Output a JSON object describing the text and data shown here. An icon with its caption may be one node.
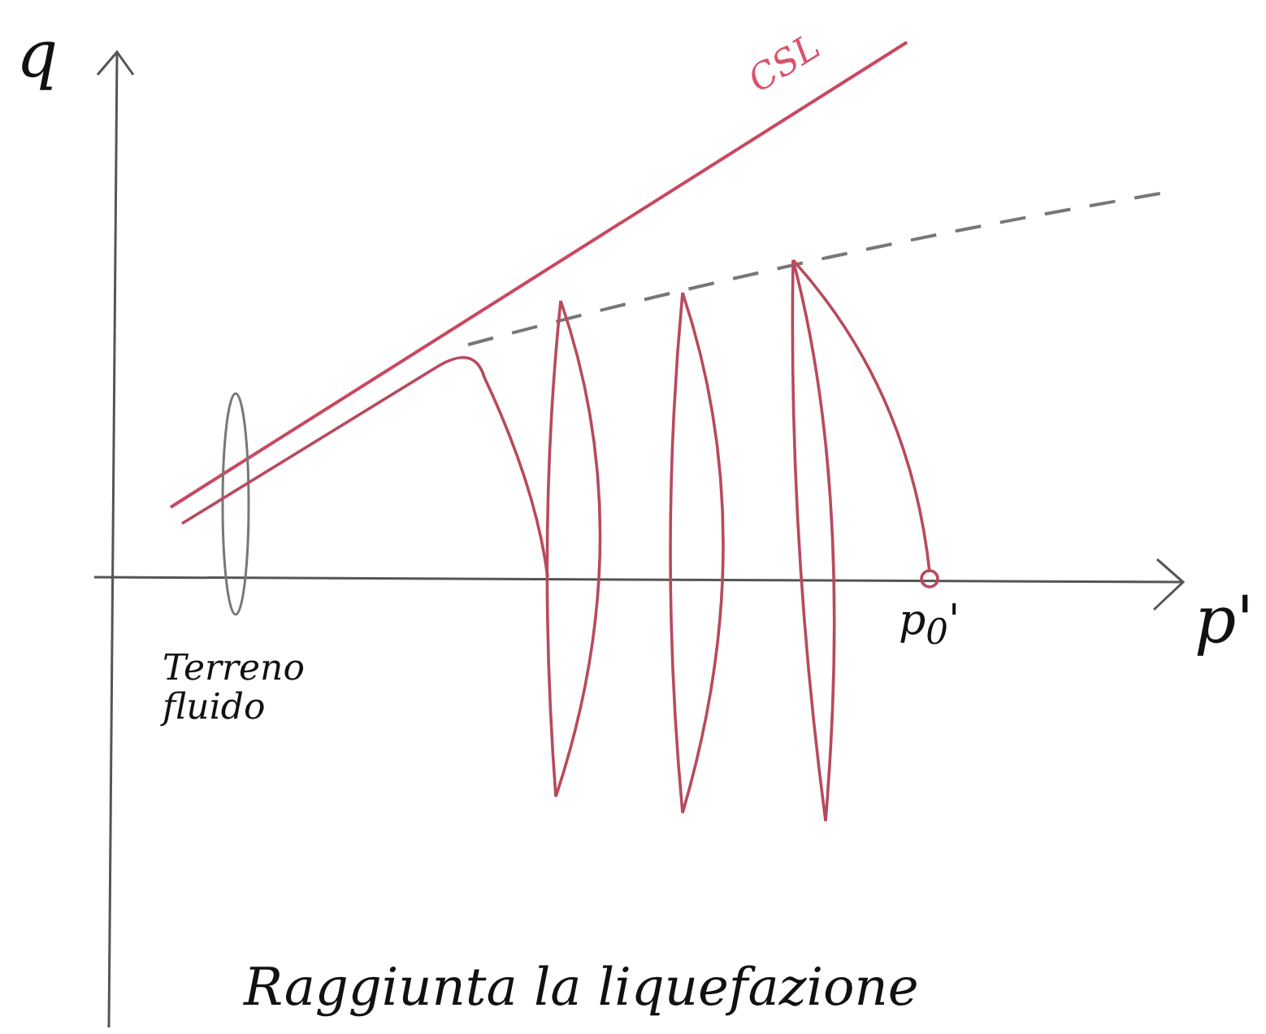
{
  "diagram": {
    "labels": [
      "q",
      "CSL",
      "p'",
      "p$_{0}$'",
      "Terreno fluido",
      "Raggiunta la liquefazione"
    ]
  }
}
